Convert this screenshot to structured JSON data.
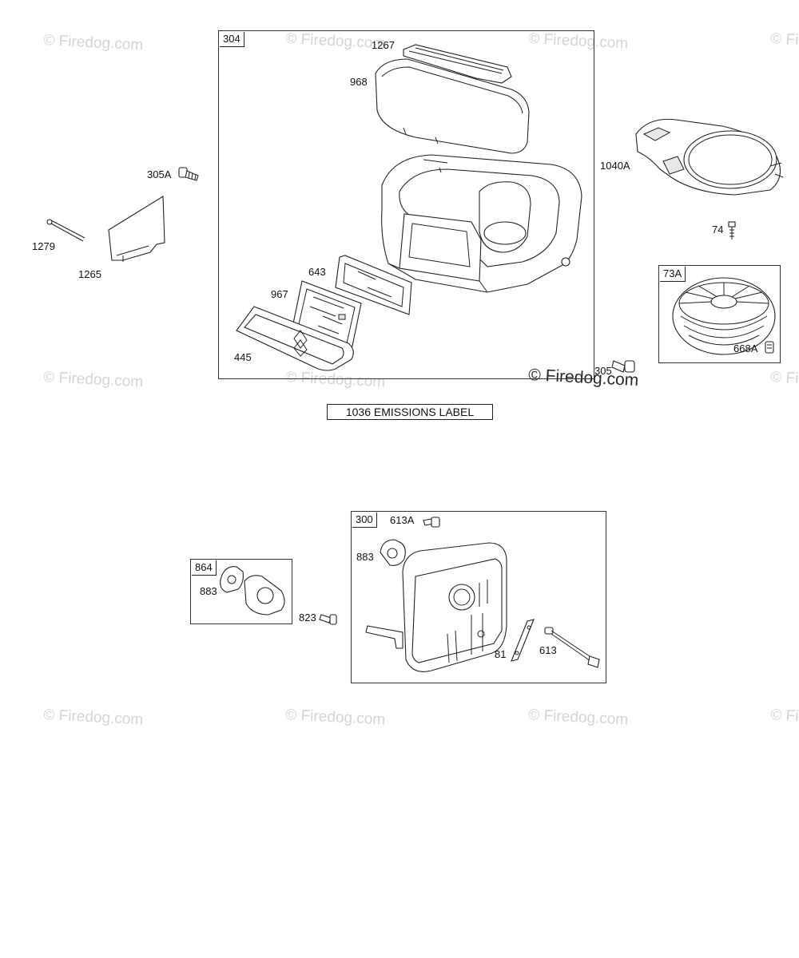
{
  "watermark": {
    "text": "© Firedog.com"
  },
  "groups": [
    {
      "id": "304"
    },
    {
      "id": "73A"
    },
    {
      "id": "300"
    },
    {
      "id": "864"
    }
  ],
  "labels": {
    "p304": "304",
    "p1267": "1267",
    "p968": "968",
    "p305A": "305A",
    "p1279": "1279",
    "p1265": "1265",
    "p643": "643",
    "p967": "967",
    "p445": "445",
    "p1040A": "1040A",
    "p74": "74",
    "p73A": "73A",
    "p668A": "668A",
    "p305": "305",
    "p1036": "1036 EMISSIONS LABEL",
    "p300": "300",
    "p613A": "613A",
    "p883a": "883",
    "p864": "864",
    "p883b": "883",
    "p823": "823",
    "p81": "81",
    "p613": "613"
  }
}
